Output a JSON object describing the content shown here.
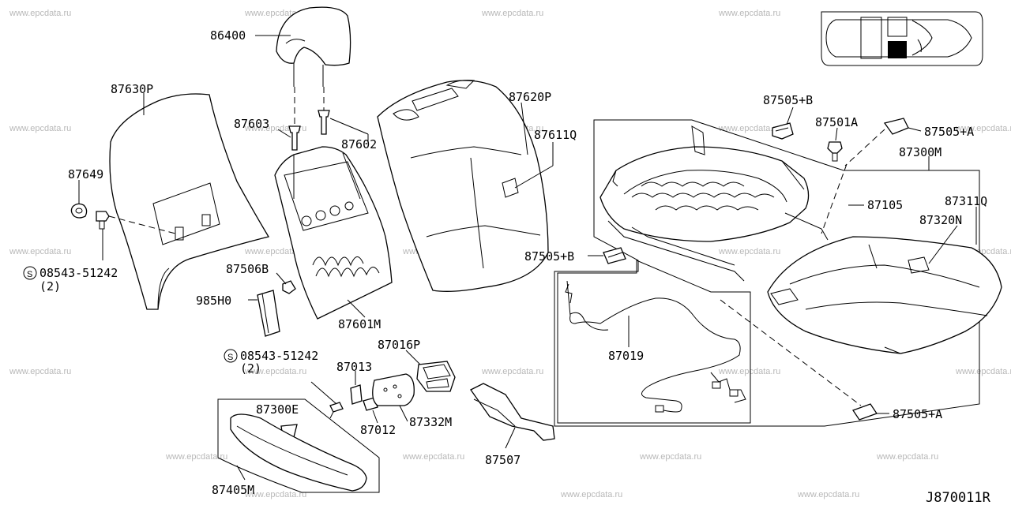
{
  "watermark": "www.epcdata.ru",
  "diagram_ref": "J870011R",
  "labels": {
    "l86400": "86400",
    "l87630P": "87630P",
    "l87603": "87603",
    "l87602": "87602",
    "l87649": "87649",
    "l08543a": "08543-51242",
    "l08543a_qty": "(2)",
    "l87506B": "87506B",
    "l985H0": "985H0",
    "l87601M": "87601M",
    "l87620P": "87620P",
    "l87611Q": "87611Q",
    "l87505B_top": "87505+B",
    "l87501A": "87501A",
    "l87505A_top": "87505+A",
    "l87300M": "87300M",
    "l87105": "87105",
    "l87311Q": "87311Q",
    "l87320N": "87320N",
    "l87505B_mid": "87505+B",
    "l87019": "87019",
    "l87016P": "87016P",
    "l08543b": "08543-51242",
    "l08543b_qty": "(2)",
    "l87013": "87013",
    "l87300E": "87300E",
    "l87012": "87012",
    "l87332M": "87332M",
    "l87507": "87507",
    "l87405M": "87405M",
    "l87505A_bot": "87505+A"
  }
}
